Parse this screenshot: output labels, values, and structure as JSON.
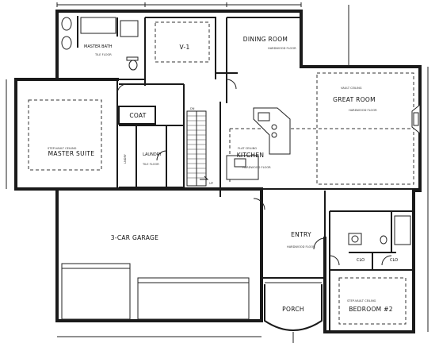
{
  "rooms": {
    "master_bath": "MASTER BATH",
    "v1": "V-1",
    "dining_room": "DINING ROOM",
    "great_room": "GREAT ROOM",
    "coat": "COAT",
    "master_suite": "MASTER SUITE",
    "lndry": "LNDRY",
    "laundry": "LAUNDRY",
    "kitchen": "KITCHEN",
    "garage": "3-CAR GARAGE",
    "entry": "ENTRY",
    "clo_left": "CLO",
    "clo_right": "CLO",
    "porch": "PORCH",
    "bedroom2": "BEDROOM #2"
  },
  "notes": {
    "tile_floor": "TILE FLOOR",
    "hardwood": "HARDWOOD FLOOR",
    "vault_ceiling": "VAULT CEILING",
    "flat_ceiling": "FLAT CEILING",
    "step_ceiling": "STEP-VAULT CEILING",
    "dn": "DN",
    "up": "UP"
  }
}
